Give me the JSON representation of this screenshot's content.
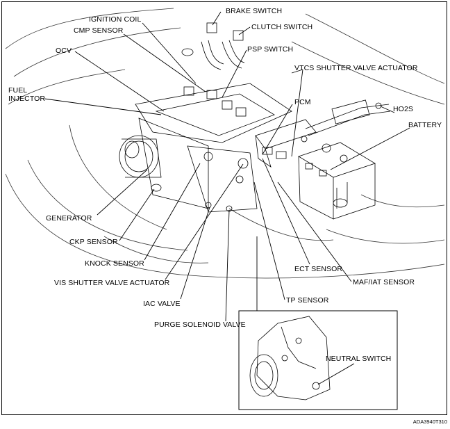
{
  "labels": {
    "brake_switch": "BRAKE SWITCH",
    "ignition_coil": "IGNITION COIL",
    "clutch_switch": "CLUTCH SWITCH",
    "cmp_sensor": "CMP SENSOR",
    "psp_switch": "PSP SWITCH",
    "ocv": "OCV",
    "vtcs": "VTCS SHUTTER VALVE ACTUATOR",
    "fuel_injector": "FUEL\nINJECTOR",
    "pcm": "PCM",
    "ho2s": "HO2S",
    "battery": "BATTERY",
    "generator": "GENERATOR",
    "ckp_sensor": "CKP SENSOR",
    "knock_sensor": "KNOCK SENSOR",
    "vis": "VIS SHUTTER VALVE ACTUATOR",
    "ect_sensor": "ECT SENSOR",
    "maf_iat": "MAF/IAT SENSOR",
    "iac_valve": "IAC VALVE",
    "tp_sensor": "TP SENSOR",
    "purge": "PURGE SOLENOID VALVE",
    "neutral_switch": "NEUTRAL SWITCH"
  },
  "figure_code": "ADA3940T310"
}
